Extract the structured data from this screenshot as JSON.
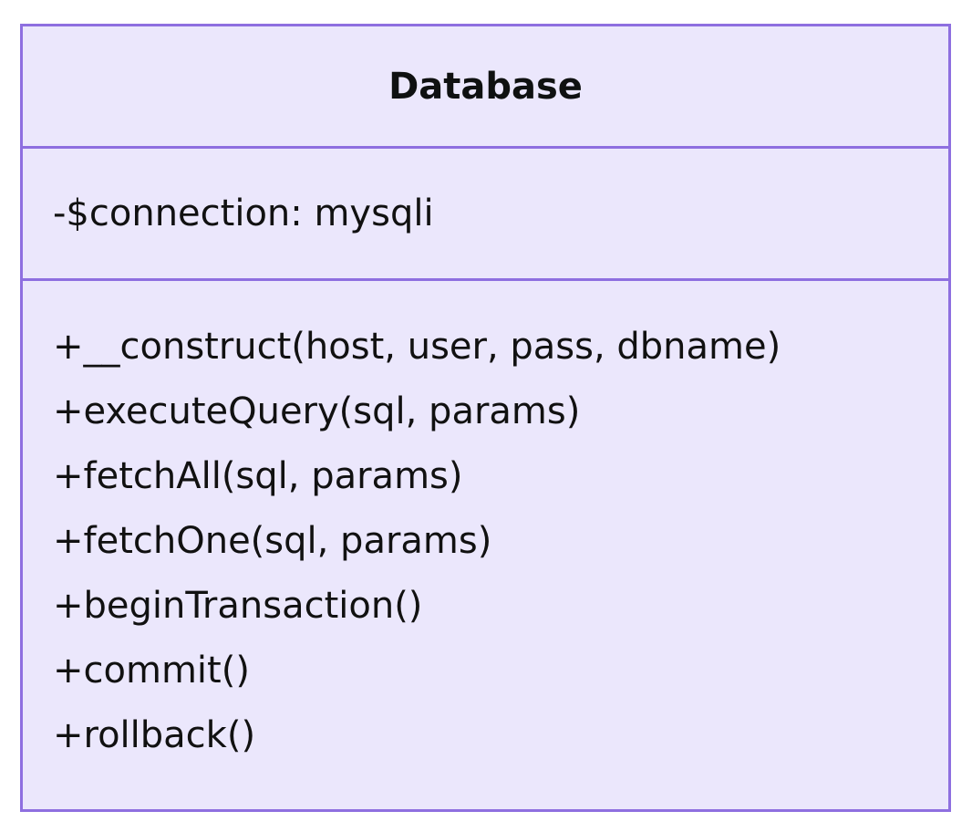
{
  "diagram": {
    "type": "uml-class-diagram",
    "background_color": "#ffffff",
    "class": {
      "name": "Database",
      "fill_color": "#ebe7fc",
      "border_color": "#8e6fe0",
      "text_color": "#111111",
      "attributes": [
        {
          "visibility": "-",
          "text": "-$connection: mysqli"
        }
      ],
      "methods": [
        {
          "visibility": "+",
          "text": "+__construct(host, user, pass, dbname)"
        },
        {
          "visibility": "+",
          "text": "+executeQuery(sql, params)"
        },
        {
          "visibility": "+",
          "text": "+fetchAll(sql, params)"
        },
        {
          "visibility": "+",
          "text": "+fetchOne(sql, params)"
        },
        {
          "visibility": "+",
          "text": "+beginTransaction()"
        },
        {
          "visibility": "+",
          "text": "+commit()"
        },
        {
          "visibility": "+",
          "text": "+rollback()"
        }
      ]
    }
  }
}
